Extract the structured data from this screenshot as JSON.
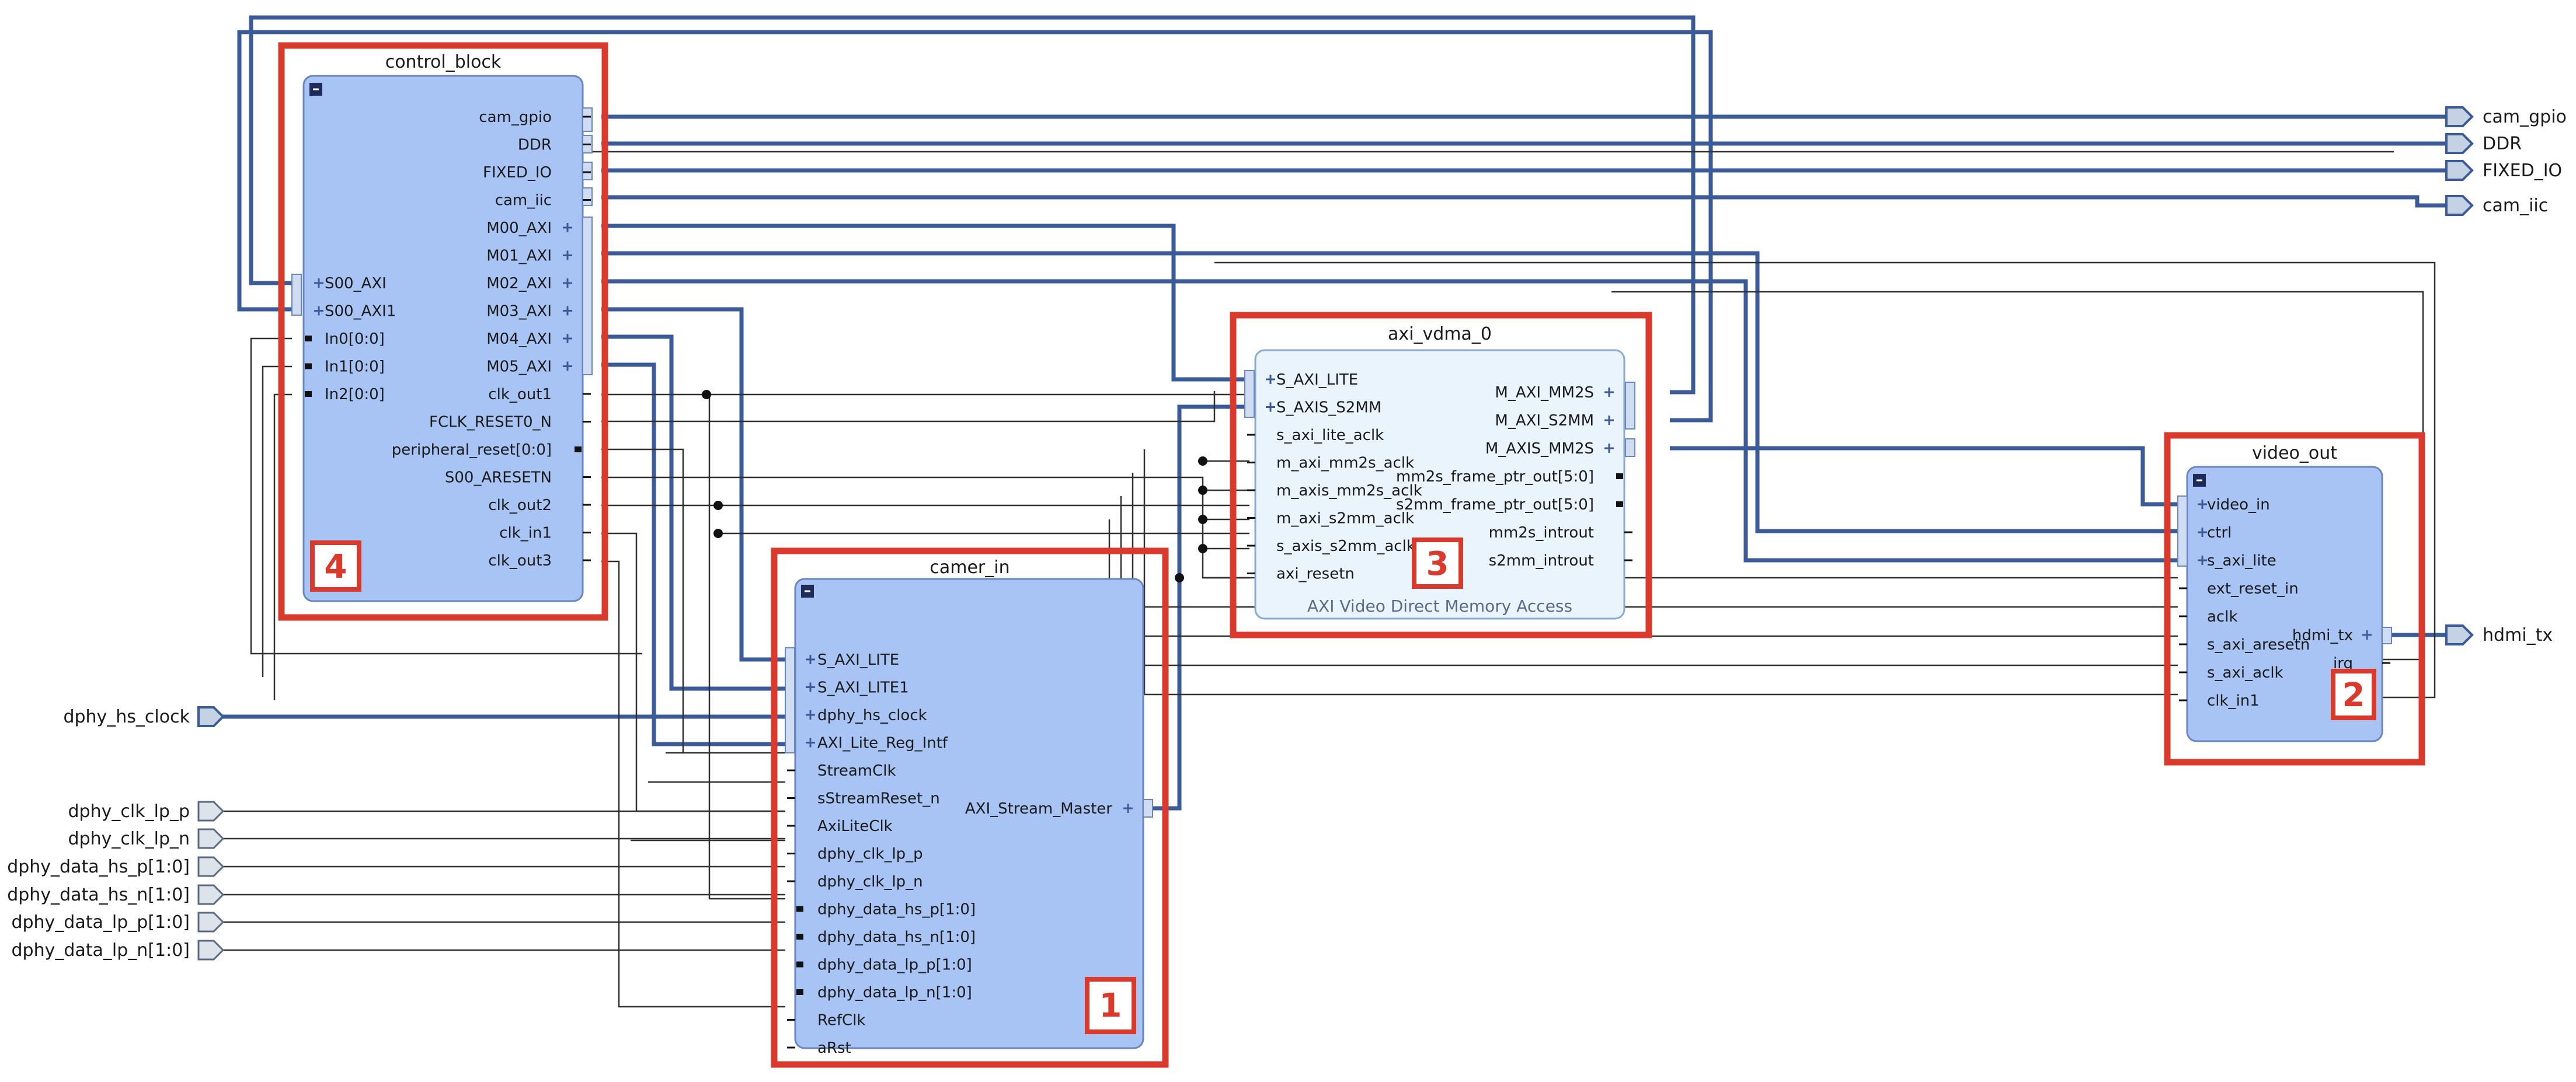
{
  "blocks": {
    "control_block": {
      "title": "control_block",
      "number": "4",
      "ports_left": [
        "S00_AXI",
        "S00_AXI1",
        "In0[0:0]",
        "In1[0:0]",
        "In2[0:0]"
      ],
      "ports_right": [
        "cam_gpio",
        "DDR",
        "FIXED_IO",
        "cam_iic",
        "M00_AXI",
        "M01_AXI",
        "M02_AXI",
        "M03_AXI",
        "M04_AXI",
        "M05_AXI",
        "clk_out1",
        "FCLK_RESET0_N",
        "peripheral_reset[0:0]",
        "S00_ARESETN",
        "clk_out2",
        "clk_in1",
        "clk_out3"
      ]
    },
    "camer_in": {
      "title": "camer_in",
      "number": "1",
      "ports_left": [
        "S_AXI_LITE",
        "S_AXI_LITE1",
        "dphy_hs_clock",
        "AXI_Lite_Reg_Intf",
        "StreamClk",
        "sStreamReset_n",
        "AxiLiteClk",
        "dphy_clk_lp_p",
        "dphy_clk_lp_n",
        "dphy_data_hs_p[1:0]",
        "dphy_data_hs_n[1:0]",
        "dphy_data_lp_p[1:0]",
        "dphy_data_lp_n[1:0]",
        "RefClk",
        "aRst"
      ],
      "ports_right": [
        "AXI_Stream_Master"
      ]
    },
    "axi_vdma_0": {
      "title": "axi_vdma_0",
      "number": "3",
      "subtitle": "AXI Video Direct Memory Access",
      "ports_left": [
        "S_AXI_LITE",
        "S_AXIS_S2MM",
        "s_axi_lite_aclk",
        "m_axi_mm2s_aclk",
        "m_axis_mm2s_aclk",
        "m_axi_s2mm_aclk",
        "s_axis_s2mm_aclk",
        "axi_resetn"
      ],
      "ports_right": [
        "M_AXI_MM2S",
        "M_AXI_S2MM",
        "M_AXIS_MM2S",
        "mm2s_frame_ptr_out[5:0]",
        "s2mm_frame_ptr_out[5:0]",
        "mm2s_introut",
        "s2mm_introut"
      ]
    },
    "video_out": {
      "title": "video_out",
      "number": "2",
      "ports_left": [
        "video_in",
        "ctrl",
        "s_axi_lite",
        "ext_reset_in",
        "aclk",
        "s_axi_aresetn",
        "s_axi_aclk",
        "clk_in1"
      ],
      "ports_right": [
        "hdmi_tx",
        "irq"
      ]
    }
  },
  "external_ports": {
    "outputs": [
      "cam_gpio",
      "DDR",
      "FIXED_IO",
      "cam_iic",
      "hdmi_tx"
    ],
    "inputs": [
      "dphy_hs_clock",
      "dphy_clk_lp_p",
      "dphy_clk_lp_n",
      "dphy_data_hs_p[1:0]",
      "dphy_data_hs_n[1:0]",
      "dphy_data_lp_p[1:0]",
      "dphy_data_lp_n[1:0]"
    ]
  },
  "colors": {
    "highlight": "#d93a2b",
    "block_fill": "#a8c4f4",
    "block_light_fill": "#eaf4fd",
    "bus_wire": "#3a5a98",
    "signal_wire": "#303030"
  }
}
